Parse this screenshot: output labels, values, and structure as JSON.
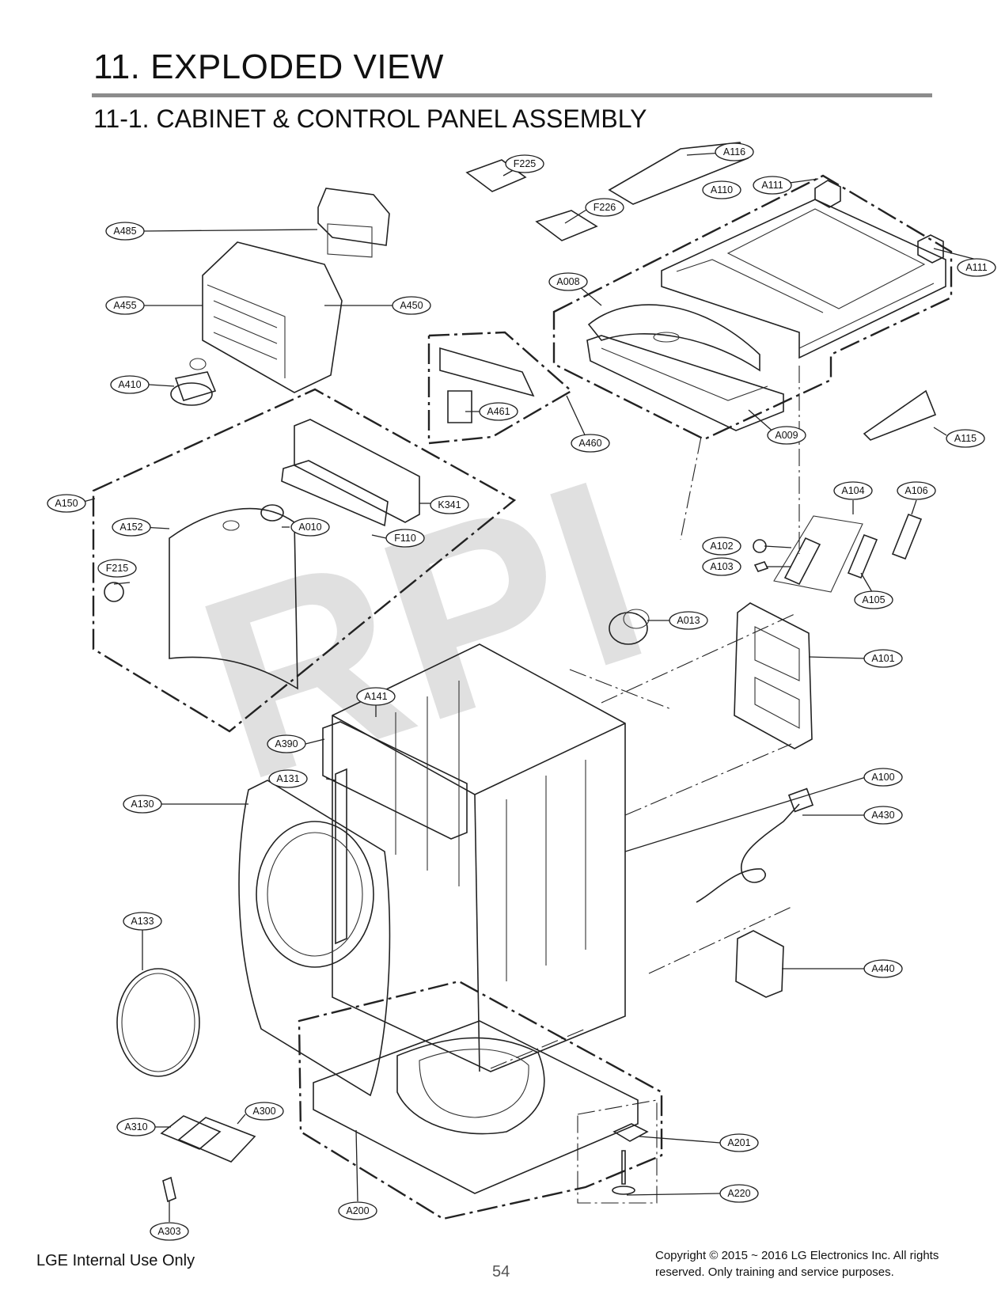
{
  "header": {
    "title": "11. EXPLODED VIEW",
    "subtitle": "11-1. CABINET  & CONTROL PANEL ASSEMBLY"
  },
  "watermark": "RPI",
  "callouts": {
    "A116": "A116",
    "F225": "F225",
    "A111a": "A111",
    "A110": "A110",
    "F226": "F226",
    "A111b": "A111",
    "A485": "A485",
    "A455": "A455",
    "A450": "A450",
    "A008": "A008",
    "A410": "A410",
    "A461": "A461",
    "A460": "A460",
    "A009": "A009",
    "A115": "A115",
    "A150": "A150",
    "K341": "K341",
    "A104": "A104",
    "A106": "A106",
    "A152": "A152",
    "A010": "A010",
    "F110": "F110",
    "A102": "A102",
    "A103": "A103",
    "F215": "F215",
    "A105": "A105",
    "A013": "A013",
    "A101": "A101",
    "A141": "A141",
    "A390": "A390",
    "A131": "A131",
    "A100": "A100",
    "A130": "A130",
    "A430": "A430",
    "A133": "A133",
    "A440": "A440",
    "A300": "A300",
    "A310": "A310",
    "A201": "A201",
    "A220": "A220",
    "A200": "A200",
    "A303": "A303"
  },
  "footer": {
    "left": "LGE Internal Use Only",
    "page": "54",
    "copyright_line1": "Copyright © 2015 ~ 2016 LG Electronics Inc. All rights",
    "copyright_line2": "reserved. Only training and service purposes."
  }
}
